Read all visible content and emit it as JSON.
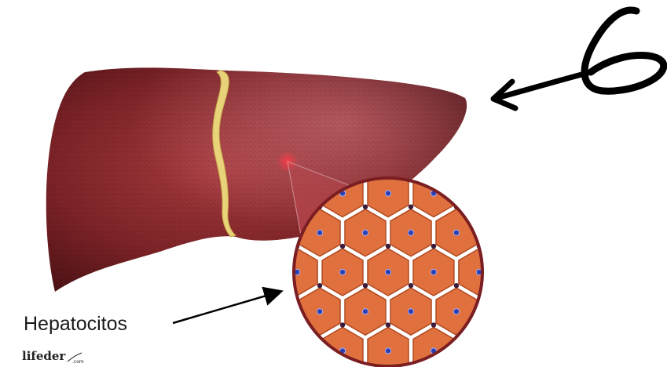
{
  "labels": {
    "hepatocytes": "Hepatocitos"
  },
  "annotation": {
    "handwritten_number": "6"
  },
  "watermark": {
    "brand": "lifeder",
    "suffix": ".com"
  },
  "colors": {
    "liver_dark": "#4a1014",
    "liver_mid": "#8e2a2e",
    "liver_light": "#b85560",
    "ligament": "#e8d37a",
    "cell_fill": "#e0703e",
    "cell_edge": "#b04a22",
    "nucleus": "#2d3fae",
    "ink": "#000000"
  }
}
